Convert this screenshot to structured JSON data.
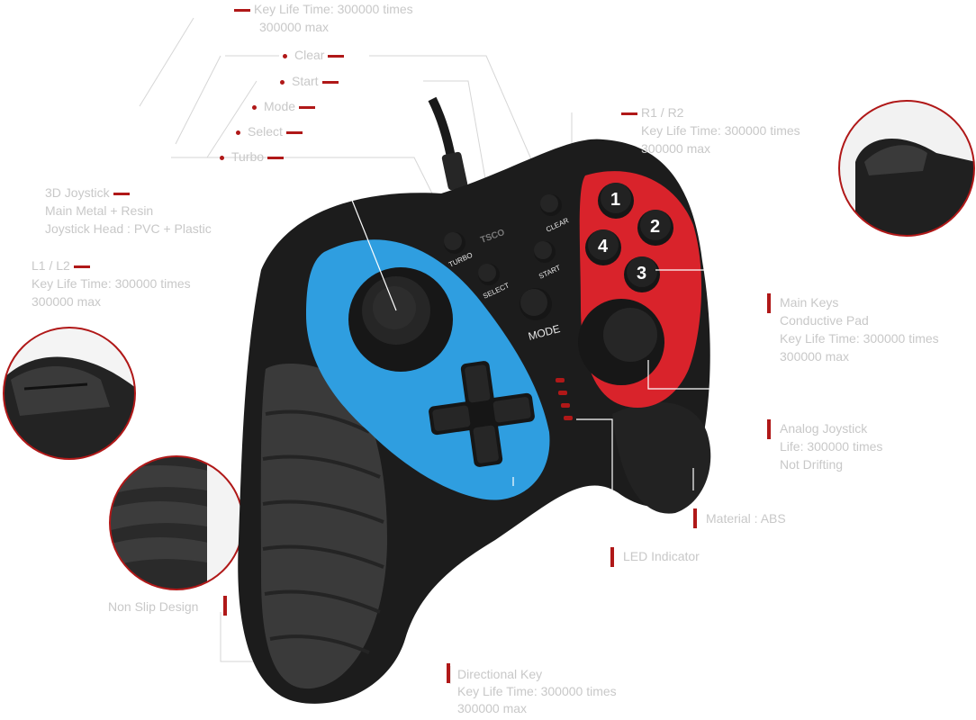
{
  "labels": {
    "turbo_spec": [
      "Key Life Time: 300000 times",
      "300000 max"
    ],
    "clear": "Clear",
    "start": "Start",
    "mode": "Mode",
    "select": "Select",
    "turbo": "Turbo",
    "joystick_3d": [
      "3D Joystick",
      "Main Metal + Resin",
      "Joystick Head : PVC + Plastic"
    ],
    "l1_l2": [
      "L1 / L2",
      "Key Life Time: 300000 times",
      "300000 max"
    ],
    "r1_r2": [
      "R1 / R2",
      "Key Life Time: 300000 times",
      "300000 max"
    ],
    "main_keys": [
      "Main Keys",
      "Conductive Pad",
      "Key Life Time: 300000 times",
      "300000 max"
    ],
    "analog_joystick": [
      "Analog Joystick",
      "Life: 300000 times",
      "Not Drifting"
    ],
    "material": "Material : ABS",
    "led": "LED Indicator",
    "non_slip": "Non Slip Design",
    "directional": [
      "Directional Key",
      "Key Life Time: 300000 times",
      "300000 max"
    ]
  },
  "controller": {
    "logo": "TSCO",
    "buttons": {
      "turbo": "TURBO",
      "select": "SELECT",
      "start": "START",
      "clear": "CLEAR",
      "mode": "MODE",
      "b1": "1",
      "b2": "2",
      "b3": "3",
      "b4": "4"
    }
  },
  "colors": {
    "accent_red": "#b01818",
    "body_black": "#1c1c1c",
    "left_panel_blue": "#2f9ee0",
    "right_panel_red": "#d9232b"
  }
}
